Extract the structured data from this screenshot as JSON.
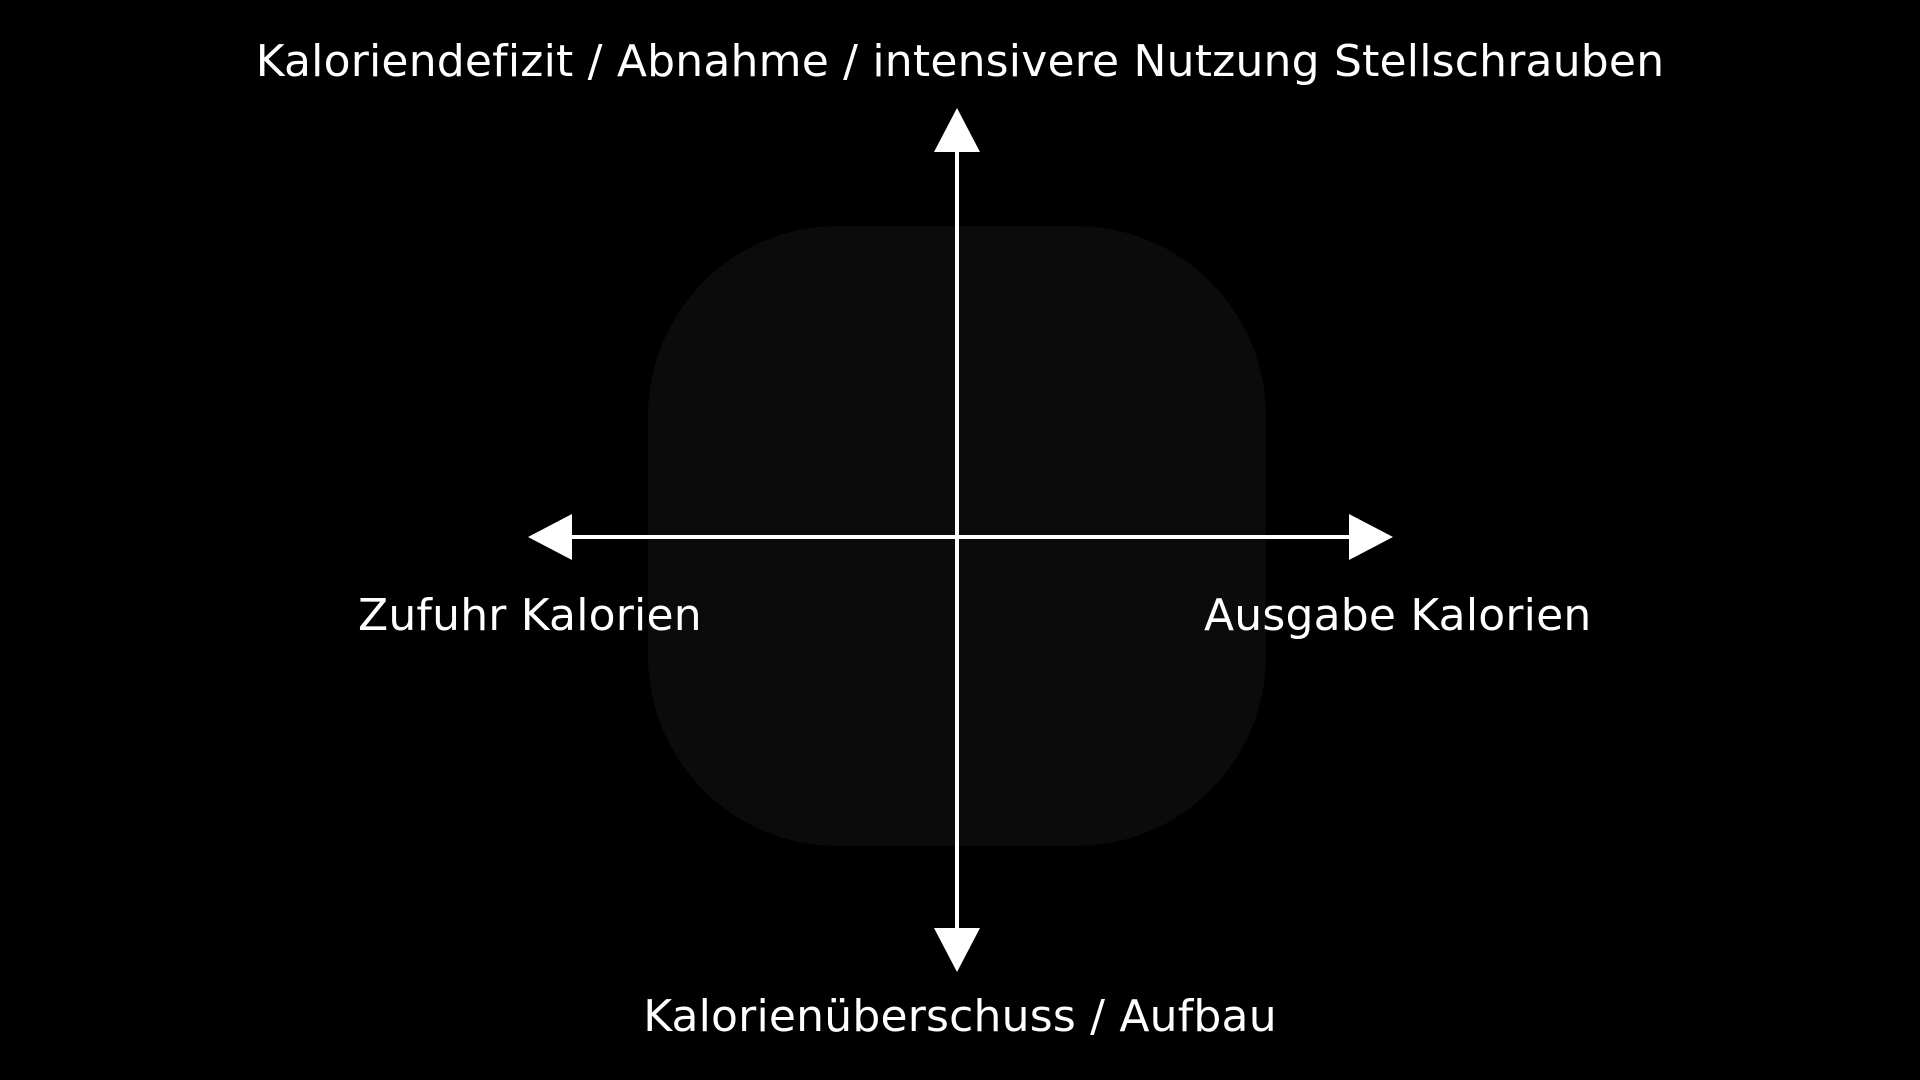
{
  "diagram": {
    "labels": {
      "top": "Kaloriendefizit / Abnahme / intensivere Nutzung Stellschrauben",
      "bottom": "Kalorienüberschuss / Aufbau",
      "left": "Zufuhr Kalorien",
      "right": "Ausgabe Kalorien"
    },
    "colors": {
      "background": "#000000",
      "axes": "#ffffff",
      "text": "#ffffff",
      "center_shape": "#0b0b0b"
    },
    "arrows": [
      "up",
      "down",
      "left",
      "right"
    ]
  }
}
